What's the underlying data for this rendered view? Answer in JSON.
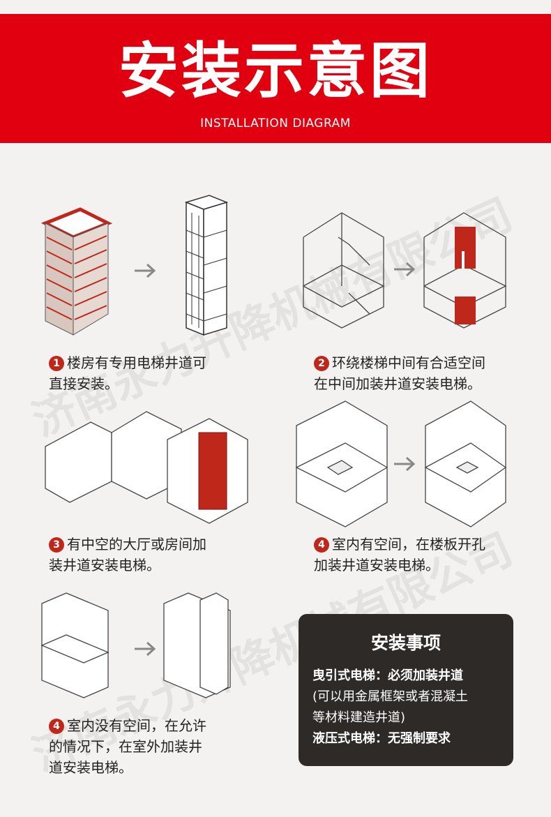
{
  "header": {
    "title": "安装示意图",
    "subtitle": "INSTALLATION DIAGRAM"
  },
  "watermark": {
    "text1": "济南永力升降机械有限公司"
  },
  "steps": [
    {
      "number": "1",
      "line1": "楼房有专用电梯井道可",
      "line2": "直接安装。"
    },
    {
      "number": "2",
      "line1": "环绕楼梯中间有合适空间",
      "line2": "在中间加装井道安装电梯。"
    },
    {
      "number": "3",
      "line1": "有中空的大厅或房间加",
      "line2": "装井道安装电梯。"
    },
    {
      "number": "4",
      "line1": "室内有空间，在楼板开孔",
      "line2": "加装井道安装电梯。"
    },
    {
      "number": "4",
      "line1": "室内没有空间，在允许",
      "line2": "的情况下，在室外加装井",
      "line3": "道安装电梯。"
    }
  ],
  "notice": {
    "title": "安装事项",
    "line1": "曳引式电梯：必须加装井道",
    "line2": "(可以用金属框架或者混凝土",
    "line3": "等材料建造井道)",
    "line4": "液压式电梯：无强制要求"
  },
  "arrow_glyph": "→",
  "colors": {
    "brand_red": "#e0000f",
    "shaft_red": "#c0271b",
    "notice_bg": "#2e2a28",
    "background": "#f3f2f0"
  }
}
